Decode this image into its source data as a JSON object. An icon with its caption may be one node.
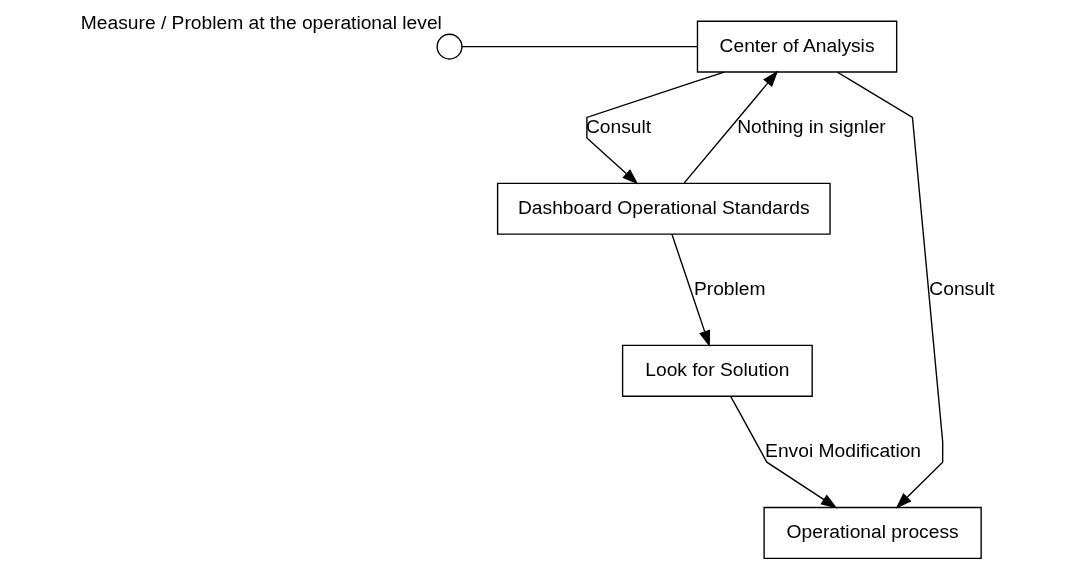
{
  "diagram": {
    "nodes": [
      {
        "text": [
          "Center of Analysis"
        ]
      },
      {
        "text": [
          "Dashboard Operational Standards"
        ]
      },
      {
        "text": [
          "Operational process"
        ]
      },
      {
        "text": [
          "Look for Solution"
        ]
      },
      {
        "text": [],
        "shape": "circle",
        "beside": [
          "Measure / Problem at the operational level"
        ]
      }
    ],
    "edges": [
      {
        "from": 0,
        "to": 1,
        "arrow": "to",
        "label": "Consult"
      },
      {
        "from": 0,
        "to": 2,
        "arrow": "to",
        "label": "Consult"
      },
      {
        "from": 1,
        "to": 0,
        "arrow": "to",
        "label": "Nothing in signler"
      },
      {
        "from": 1,
        "to": 3,
        "arrow": "to",
        "label": "Problem"
      },
      {
        "from": 3,
        "to": 2,
        "arrow": "to",
        "label": "Envoi Modification"
      },
      {
        "from": 4,
        "to": 0,
        "arrow": "none"
      }
    ]
  }
}
